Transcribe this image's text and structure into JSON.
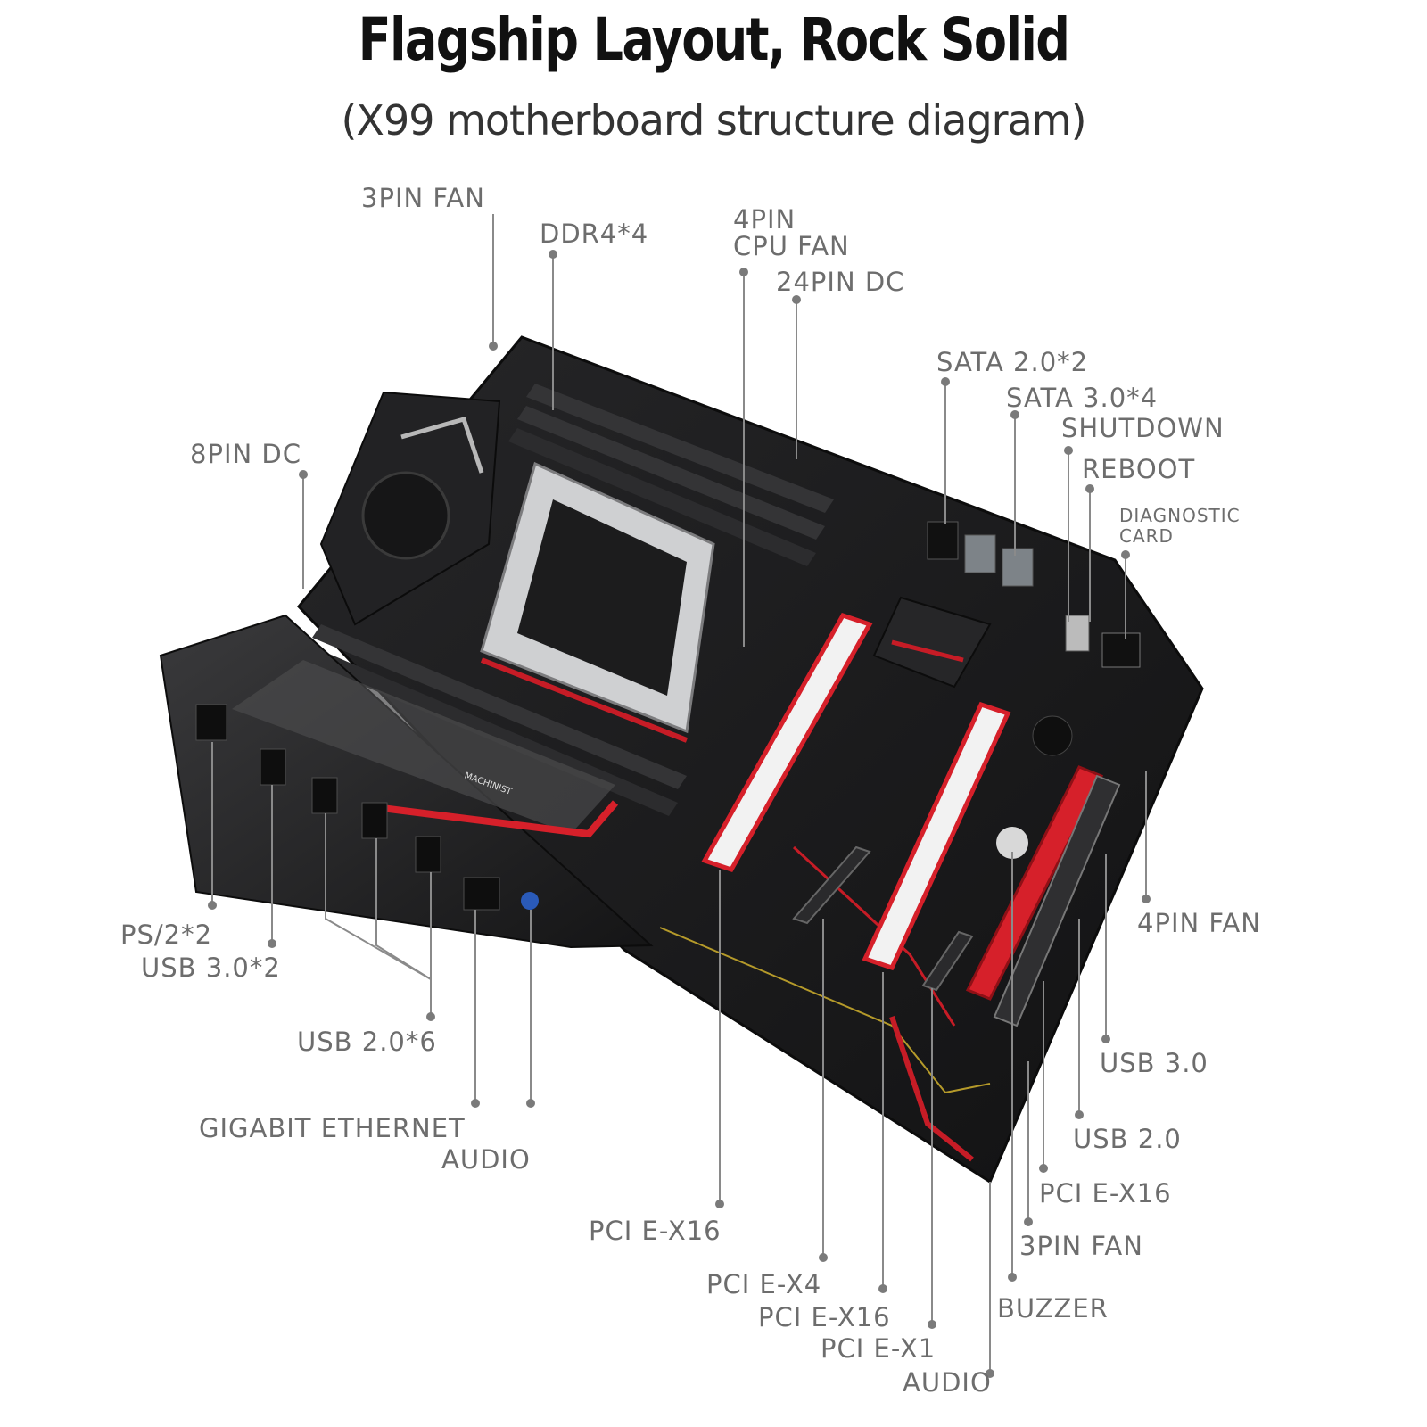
{
  "title": "Flagship Layout, Rock Solid",
  "subtitle": "(X99 motherboard structure diagram)",
  "colors": {
    "accent": "#d6202a",
    "board": "#1b1b1d",
    "label": "#6d6d6d",
    "heatsink": "#2a2a2c",
    "slot": "#f2f2f2"
  },
  "labels": {
    "fan3_top": "3PIN FAN",
    "ddr4": "DDR4*4",
    "cpu_fan_1": "4PIN",
    "cpu_fan_2": "CPU FAN",
    "dc24": "24PIN  DC",
    "sata2": "SATA 2.0*2",
    "sata3": "SATA 3.0*4",
    "shutdown": "SHUTDOWN",
    "reboot": "REBOOT",
    "diag_1": "DIAGNOSTIC",
    "diag_2": "CARD",
    "dc8": "8PIN DC",
    "fan4_right": "4PIN FAN",
    "ps2": "PS/2*2",
    "usb30_rear": "USB 3.0*2",
    "usb20_rear": "USB 2.0*6",
    "gbe": "GIGABIT ETHERNET",
    "audio_rear": "AUDIO",
    "usb30_hdr": "USB 3.0",
    "usb20_hdr": "USB 2.0",
    "pcie16_c": "PCI E-X16",
    "fan3_bottom": "3PIN FAN",
    "pcie16_a": "PCI E-X16",
    "pcie4": "PCI E-X4",
    "pcie16_b": "PCI E-X16",
    "buzzer": "BUZZER",
    "pcie1": "PCI E-X1",
    "audio_hdr": "AUDIO"
  },
  "board_text": {
    "brand_badge": "MACHINIST"
  }
}
